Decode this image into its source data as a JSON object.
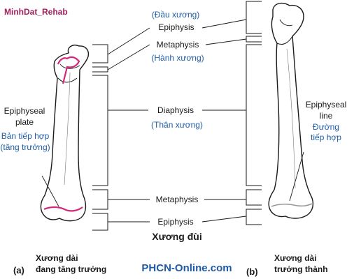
{
  "watermark": "MinhDat_Rehab",
  "labels": {
    "epiphysis_top_vi": "(Đầu xương)",
    "epiphysis_top": "Epiphysis",
    "metaphysis_top": "Metaphysis",
    "metaphysis_top_vi": "(Hành xương)",
    "diaphysis": "Diaphysis",
    "diaphysis_vi": "(Thân xương)",
    "metaphysis_bottom": "Metaphysis",
    "epiphysis_bottom": "Epiphysis"
  },
  "left_annotation": {
    "line1": "Epiphyseal",
    "line2": "plate",
    "vi_line1": "Bản tiếp hợp",
    "vi_line2": "(tăng trưởng)"
  },
  "right_annotation": {
    "line1": "Epiphyseal",
    "line2": "line",
    "vi_line1": "Đường",
    "vi_line2": "tiếp hợp"
  },
  "title": "Xương đùi",
  "panel_a": {
    "letter": "(a)",
    "caption_line1": "Xương dài",
    "caption_line2": "đang tăng trưởng"
  },
  "panel_b": {
    "letter": "(b)",
    "caption_line1": "Xương dài",
    "caption_line2": "trưởng thành"
  },
  "brand": "PHCN-Online.com",
  "colors": {
    "plate": "#d4287a",
    "line_gray": "#9a9a9a",
    "blue_text": "#1f5fa8",
    "brand": "#1e5aa8"
  }
}
